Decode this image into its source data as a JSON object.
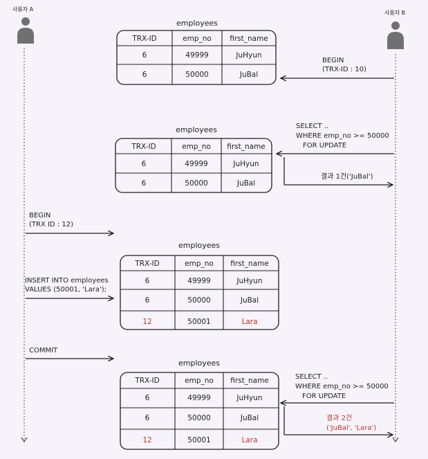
{
  "actors": {
    "a": {
      "label": "사용자 A"
    },
    "b": {
      "label": "사용자 B"
    }
  },
  "columns": [
    "TRX-ID",
    "emp_no",
    "first_name"
  ],
  "tables": [
    {
      "title": "employees",
      "rows": [
        {
          "trx": "6",
          "emp_no": "49999",
          "first_name": "JuHyun",
          "highlight": false
        },
        {
          "trx": "6",
          "emp_no": "50000",
          "first_name": "JuBal",
          "highlight": false
        }
      ]
    },
    {
      "title": "employees",
      "rows": [
        {
          "trx": "6",
          "emp_no": "49999",
          "first_name": "JuHyun",
          "highlight": false
        },
        {
          "trx": "6",
          "emp_no": "50000",
          "first_name": "JuBal",
          "highlight": false
        }
      ]
    },
    {
      "title": "employees",
      "rows": [
        {
          "trx": "6",
          "emp_no": "49999",
          "first_name": "JuHyun",
          "highlight": false
        },
        {
          "trx": "6",
          "emp_no": "50000",
          "first_name": "JuBal",
          "highlight": false
        },
        {
          "trx": "12",
          "emp_no": "50001",
          "first_name": "Lara",
          "highlight": true
        }
      ]
    },
    {
      "title": "employees",
      "rows": [
        {
          "trx": "6",
          "emp_no": "49999",
          "first_name": "JuHyun",
          "highlight": false
        },
        {
          "trx": "6",
          "emp_no": "50000",
          "first_name": "JuBal",
          "highlight": false
        },
        {
          "trx": "12",
          "emp_no": "50001",
          "first_name": "Lara",
          "highlight": true
        }
      ]
    }
  ],
  "annotations": {
    "b_begin": [
      "BEGIN",
      "(TRX-ID : 10)"
    ],
    "b_select1": [
      "SELECT ..",
      "WHERE emp_no >= 50000",
      "FOR UPDATE"
    ],
    "b_result1": [
      "결과 1건('JuBal')"
    ],
    "a_begin": [
      "BEGIN",
      "(TRX ID : 12)"
    ],
    "a_insert": [
      "INSERT INTO employees",
      "VALUES (50001, 'Lara');"
    ],
    "a_commit": [
      "COMMIT"
    ],
    "b_select2": [
      "SELECT ..",
      "WHERE emp_no >= 50000",
      "FOR UPDATE"
    ],
    "b_result2": [
      "결과 2건",
      "('JuBal', 'Lara')"
    ]
  },
  "colors": {
    "line": "#1e1e1e",
    "highlight": "#c0342b",
    "actor": "#707070",
    "background": "#f6f4fa"
  }
}
